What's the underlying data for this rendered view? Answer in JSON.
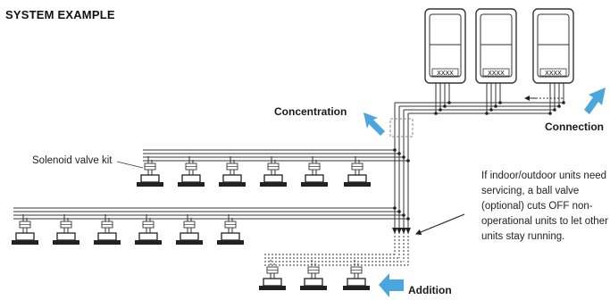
{
  "title": "SYSTEM EXAMPLE",
  "labels": {
    "concentration": "Concentration",
    "connection": "Connection",
    "addition": "Addition",
    "solenoid": "Solenoid valve kit"
  },
  "note": "If indoor/outdoor units need servicing, a ball valve (optional) cuts OFF non-operational units to let other units stay running.",
  "outdoor_unit_badge": "XXXX",
  "colors": {
    "arrow": "#4aa6dc",
    "line": "#333333",
    "dashed_box": "#888888"
  }
}
